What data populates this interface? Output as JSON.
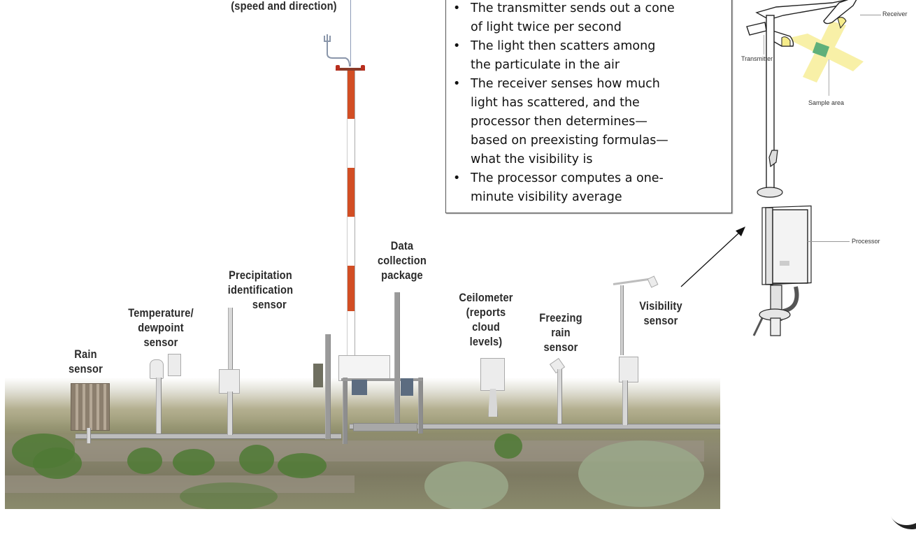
{
  "photo_labels": {
    "wind": "(speed and direction)",
    "rain_sensor": [
      "Rain",
      "sensor"
    ],
    "temperature_dewpoint": [
      "Temperature/",
      "dewpoint",
      "sensor"
    ],
    "precipitation_id": [
      "Precipitation",
      "identification",
      "sensor"
    ],
    "data_collection": [
      "Data",
      "collection",
      "package"
    ],
    "ceilometer": [
      "Ceilometer",
      "(reports",
      "cloud",
      "levels)"
    ],
    "freezing_rain": [
      "Freezing",
      "rain",
      "sensor"
    ],
    "visibility": [
      "Visibility",
      "sensor"
    ]
  },
  "textbox": {
    "bullets": [
      [
        "The transmitter sends out a cone",
        "of light twice per second"
      ],
      [
        "The light then scatters among",
        "the particulate in the air"
      ],
      [
        "The receiver senses how much",
        "light has scattered, and the",
        "processor then determines—",
        "based on preexisting formulas—",
        "what the visibility is"
      ],
      [
        "The processor computes a one-",
        "minute visibility average"
      ]
    ]
  },
  "diagram": {
    "receiver": "Receiver",
    "transmitter": "Transmitter",
    "sample_area": "Sample area",
    "processor": "Processor"
  },
  "colors": {
    "tower_red": "#d24e24",
    "beam_yellow": "#f6ec8a",
    "sample_green": "#5fb07a",
    "label_text": "#2a2a2a"
  }
}
